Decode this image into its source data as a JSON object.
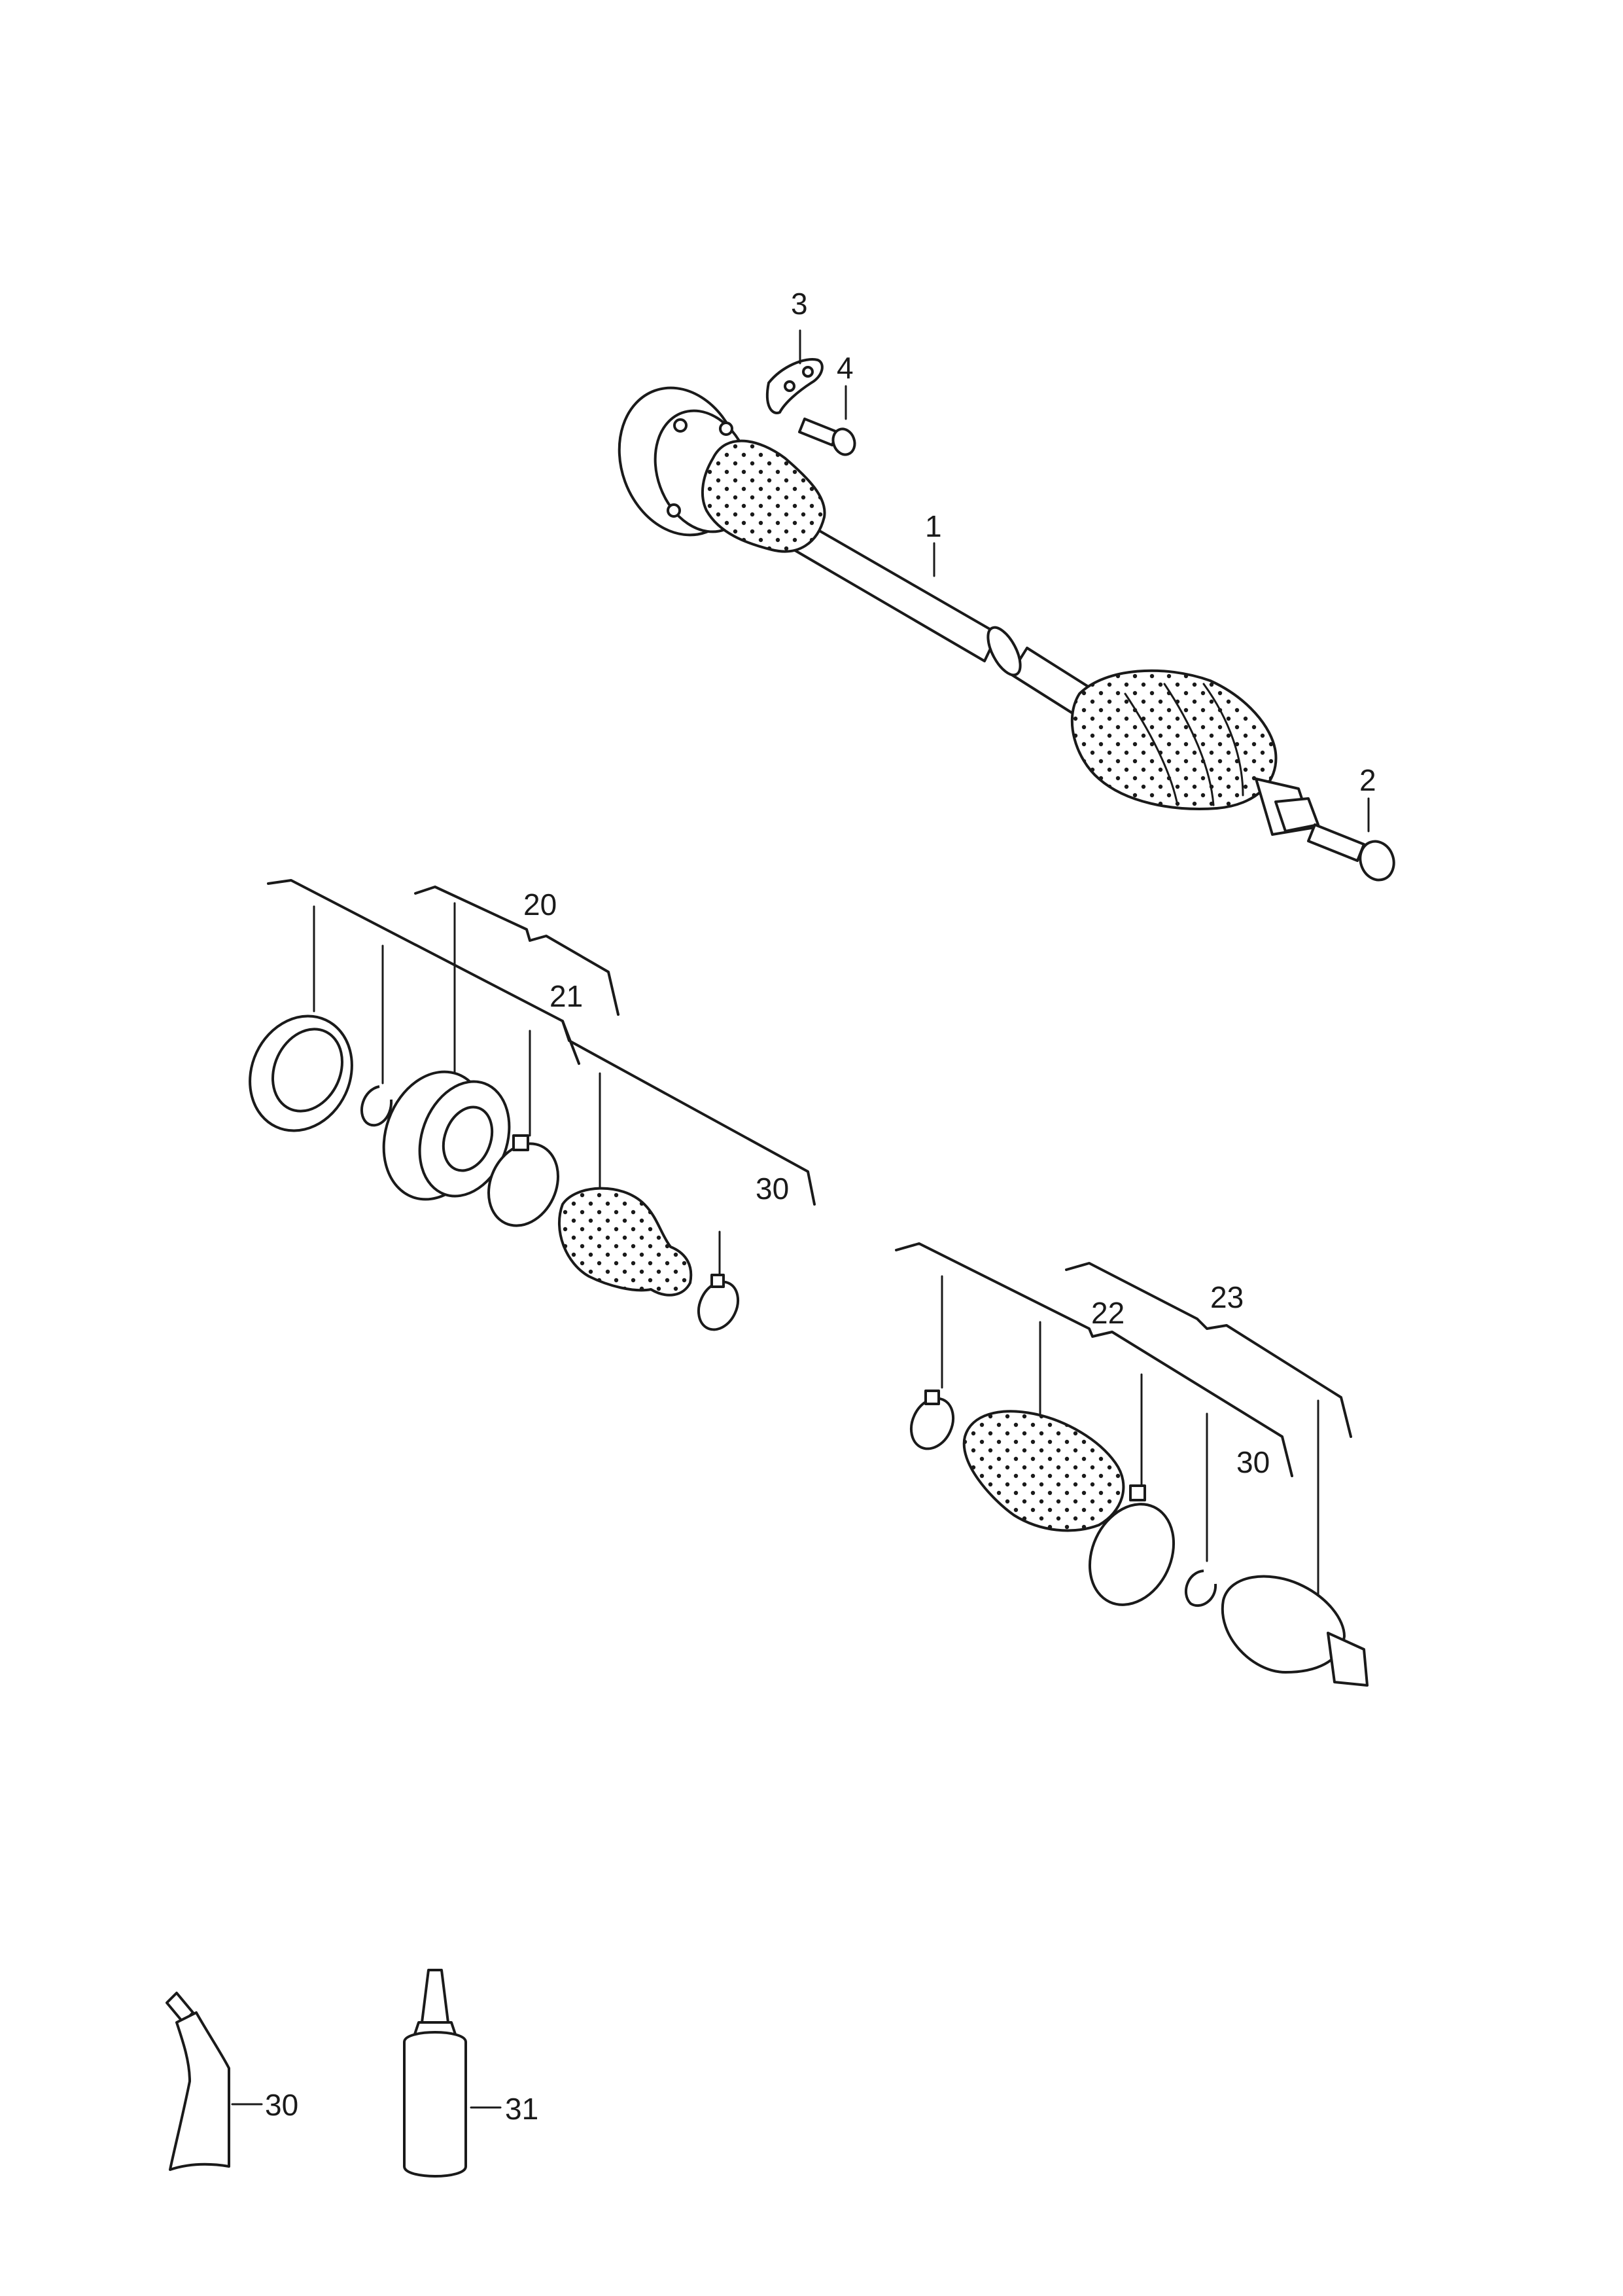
{
  "callouts": {
    "c1": "1",
    "c2": "2",
    "c3": "3",
    "c4": "4",
    "c20": "20",
    "c21": "21",
    "c30a": "30",
    "c22": "22",
    "c23": "23",
    "c30b": "30",
    "c30c": "30",
    "c31": "31"
  }
}
